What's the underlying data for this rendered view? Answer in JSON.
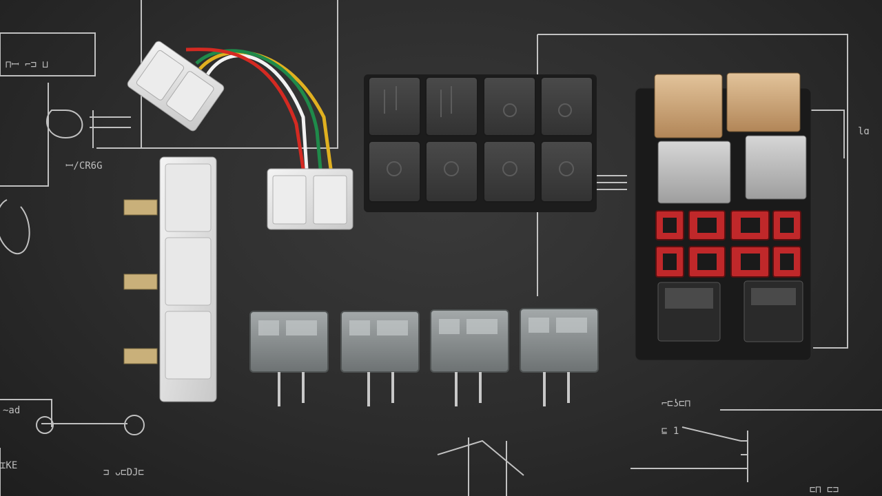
{
  "scene": {
    "subject": "electrical-relay-components-on-schematic-board",
    "colors": {
      "board": "#2e2e2e",
      "chalk": "#e6e6e6",
      "relay_black": "#3b3b3b",
      "relay_clear": "#8a8f90",
      "relay_tan": "#c9a27a",
      "relay_grey": "#b8b8b8",
      "fuse_red": "#c0282a",
      "connector_white": "#e4e4e4",
      "wire_red": "#d42a22",
      "wire_green": "#1f8a4a",
      "wire_yellow": "#e0b020",
      "wire_white": "#f2f2f2"
    },
    "components": {
      "black_relays": 8,
      "clear_relays": 4,
      "side_connector_segments": 3,
      "fuse_block_red_cells": 8
    }
  }
}
